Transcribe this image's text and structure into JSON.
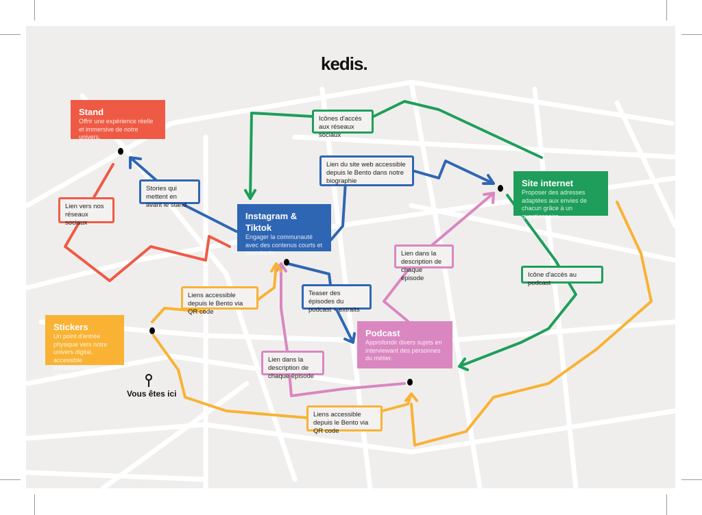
{
  "logo": "kedis.",
  "here_label": "Vous êtes ici",
  "colors": {
    "stand": "#ef5a45",
    "social": "#2f66b3",
    "site": "#1e9e5a",
    "podcast": "#da86c0",
    "stickers": "#f9b233",
    "bg": "#efeeed"
  },
  "nodes": {
    "stand": {
      "title": "Stand",
      "desc": "Offrir une expérience réelle et immersive de notre univers."
    },
    "instagram": {
      "title": "Instagram & Tiktok",
      "desc": "Engager la communauté avec des contenus courts et percutants."
    },
    "site": {
      "title": "Site internet",
      "desc": "Proposer des adresses adaptées aux envies de chacun grâce à un questionnaire."
    },
    "podcast": {
      "title": "Podcast",
      "desc": "Approfondir divers sujets en interviewant des personnes du métier."
    },
    "stickers": {
      "title": "Stickers",
      "desc": "Un point d'entrée physique vers notre univers digital, accessible instantanément via QR code."
    }
  },
  "links": {
    "stand_social": "Lien vers nos réseaux sociaux",
    "stories": "Stories qui mettent en avant le stand",
    "icones_reseaux": "Icônes d'accès aux réseaux sociaux",
    "lien_site": "Lien du site web accessible depuis le Bento dans notre biographie",
    "desc_episode_site": "Lien dans la description de chaque épisode",
    "icone_podcast": "Icône d'accès au podcast",
    "qr_insta": "Liens accessible depuis le Bento via QR code",
    "teaser": "Teaser des épisodes du podcast + extraits",
    "desc_episode_insta": "Lien dans la description de chaque épisode",
    "qr_podcast": "Liens accessible depuis le Bento via QR code"
  }
}
